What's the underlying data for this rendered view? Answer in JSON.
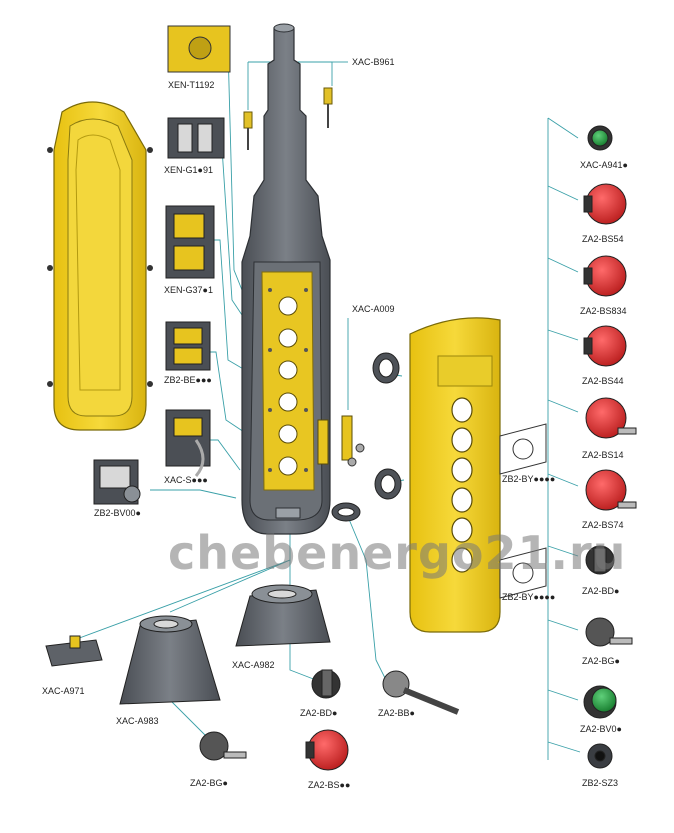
{
  "colors": {
    "yellow": "#f0cf1a",
    "yellow_dark": "#c9a80c",
    "grey_body": "#5e6268",
    "grey_light": "#8d9197",
    "red": "#d62a2a",
    "green": "#1f9a3a",
    "leader": "#3aa0a8"
  },
  "labels": {
    "xac_b961": "XAC-B961",
    "xen_t1192": "XEN-T1192",
    "xen_g1_91": "XEN-G1●91",
    "xen_g37_1": "XEN-G37●1",
    "xac_a009": "XAC-A009",
    "zb2_be": "ZB2-BE●●●",
    "xac_s": "XAC-S●●●",
    "zb2_bv00": "ZB2-BV00●",
    "zb2_by_1": "ZB2-BY●●●●",
    "zb2_by_2": "ZB2-BY●●●●",
    "xac_a941": "XAC-A941●",
    "za2_bs54": "ZA2-BS54",
    "za2_bs834": "ZA2-BS834",
    "za2_bs44": "ZA2-BS44",
    "za2_bs14": "ZA2-BS14",
    "za2_bs74": "ZA2-BS74",
    "za2_bd_r": "ZA2-BD●",
    "za2_bg_r": "ZA2-BG●",
    "za2_bv0": "ZA2-BV0●",
    "zb2_sz3": "ZB2-SZ3",
    "xac_a971": "XAC-A971",
    "xac_a983": "XAC-A983",
    "xac_a982": "XAC-A982",
    "za2_bd_b": "ZA2-BD●",
    "za2_bb": "ZA2-BB●",
    "za2_bg_b": "ZA2-BG●",
    "za2_bs_b": "ZA2-BS●●"
  },
  "watermark": "chebenergo21.ru"
}
